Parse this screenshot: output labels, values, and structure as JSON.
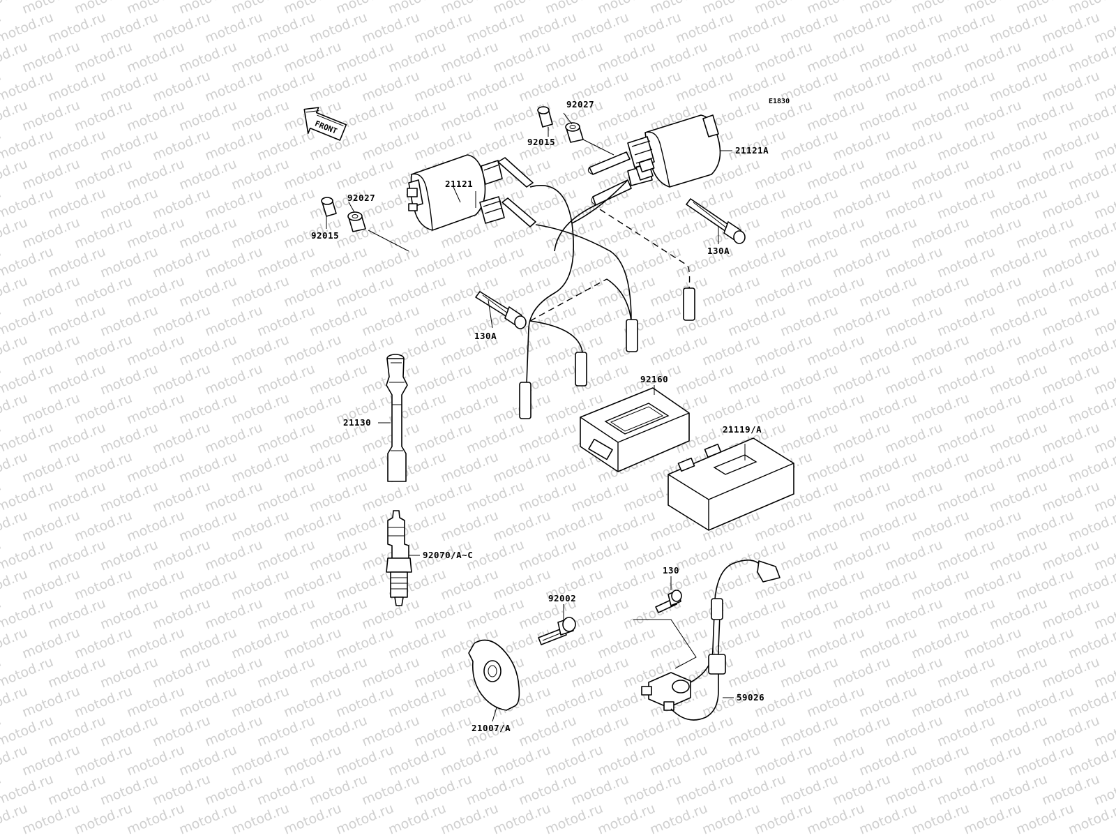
{
  "watermark": {
    "text": "motod.ru"
  },
  "diagram_code": "E1830",
  "front_arrow": {
    "text": "FRONT"
  },
  "labels": {
    "92027_upper": "92027",
    "92015_upper": "92015",
    "21121A": "21121A",
    "21121": "21121",
    "92027_left": "92027",
    "92015_left": "92015",
    "130A_right": "130A",
    "130A_left": "130A",
    "92160": "92160",
    "21130": "21130",
    "21119A": "21119/A",
    "92070": "92070/A~C",
    "130": "130",
    "92002": "92002",
    "59026": "59026",
    "21007A": "21007/A"
  }
}
